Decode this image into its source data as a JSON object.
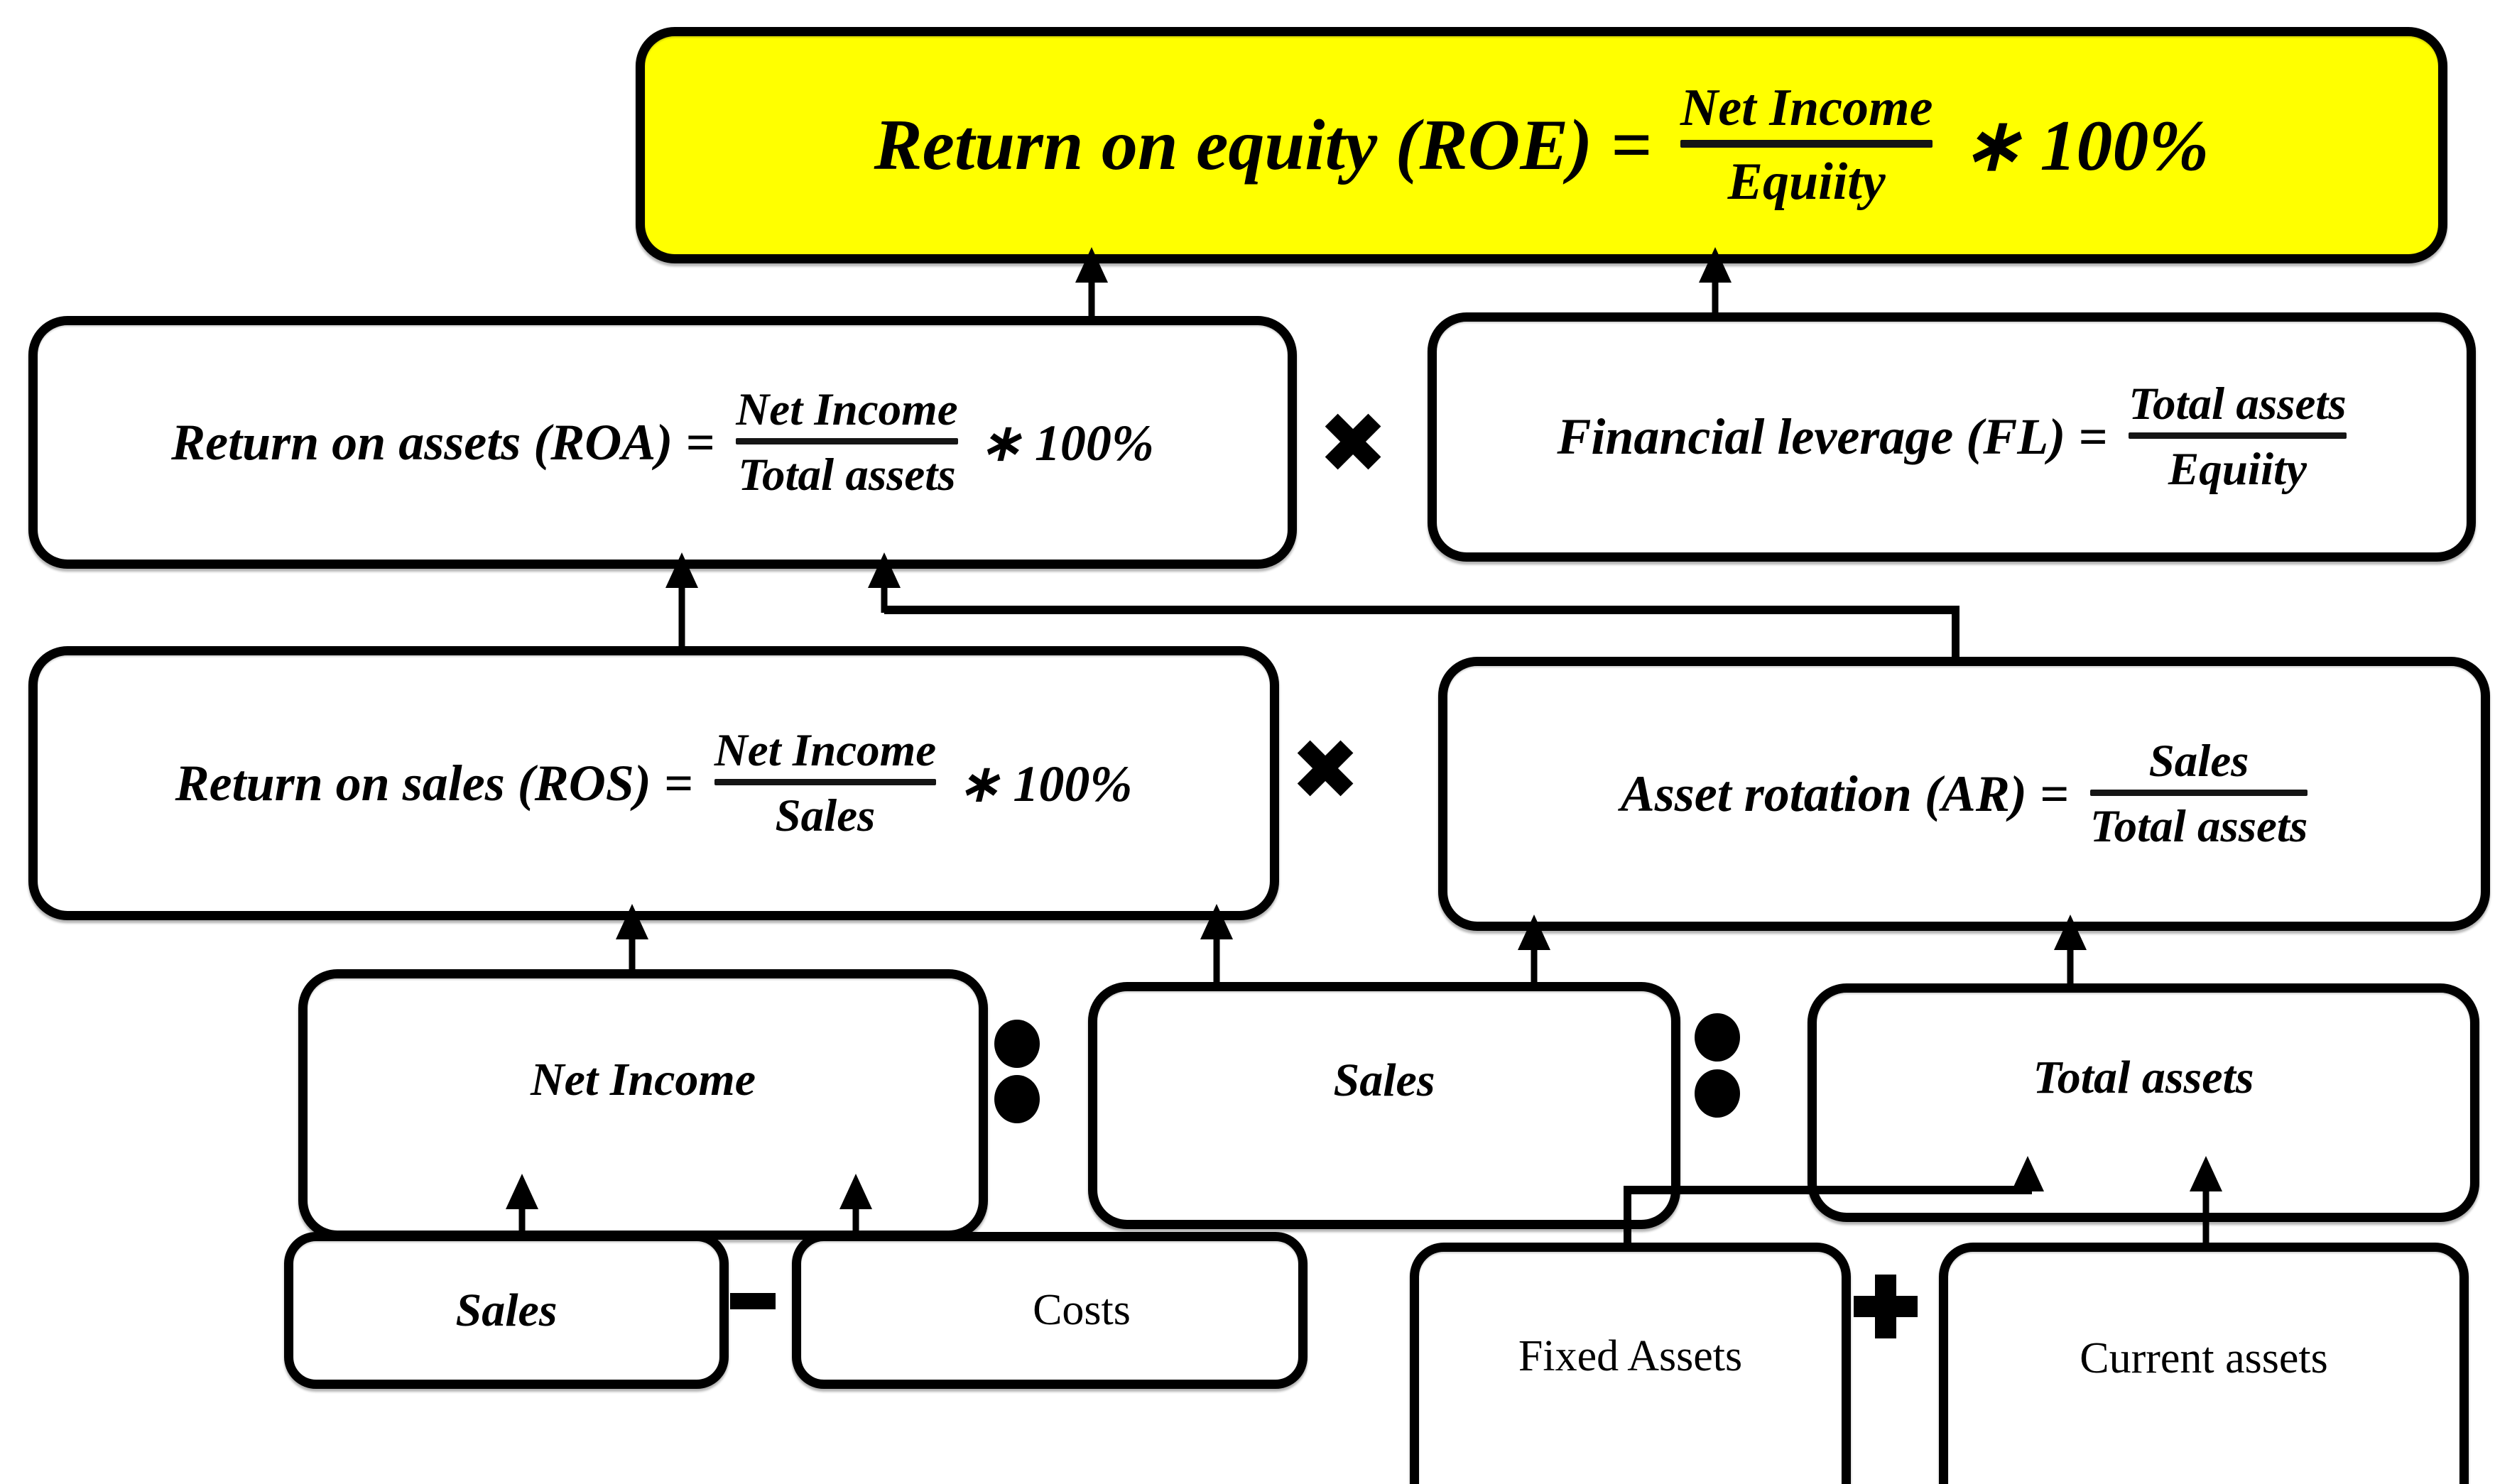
{
  "colors": {
    "highlight": "#ffff00",
    "line": "#000000",
    "background": "#ffffff"
  },
  "formula_nodes": {
    "roe": {
      "label": "Return on equity (ROE) =",
      "numerator": "Net Income",
      "denominator": "Equiity",
      "suffix": "∗ 100%"
    },
    "roa": {
      "label": "Return on assets (ROA) =",
      "numerator": "Net Income",
      "denominator": "Total assets",
      "suffix": "∗ 100%"
    },
    "fl": {
      "label": "Financial leverage (FL) =",
      "numerator": "Total assets",
      "denominator": "Equiity",
      "suffix": ""
    },
    "ros": {
      "label": "Return on sales (ROS) =",
      "numerator": "Net Income",
      "denominator": "Sales",
      "suffix": "∗ 100%"
    },
    "ar": {
      "label": "Asset rotation (AR) =",
      "numerator": "Sales",
      "denominator": "Total assets",
      "suffix": ""
    }
  },
  "value_nodes": {
    "net_income": {
      "label": "Net Income"
    },
    "sales_mid": {
      "label": "Sales"
    },
    "total_assets": {
      "label": "Total assets"
    },
    "sales_bottom": {
      "label": "Sales"
    },
    "costs": {
      "label": "Costs"
    },
    "fixed_assets": {
      "label": "Fixed Assets"
    },
    "current_assets": {
      "label": "Current assets"
    }
  },
  "operators": {
    "roa_times_fl": "✖",
    "ros_times_ar": "✖",
    "netincome_div_sales": ":",
    "sales_div_totalassets": ":",
    "sales_minus_costs": "−",
    "fixed_plus_current": "+"
  }
}
